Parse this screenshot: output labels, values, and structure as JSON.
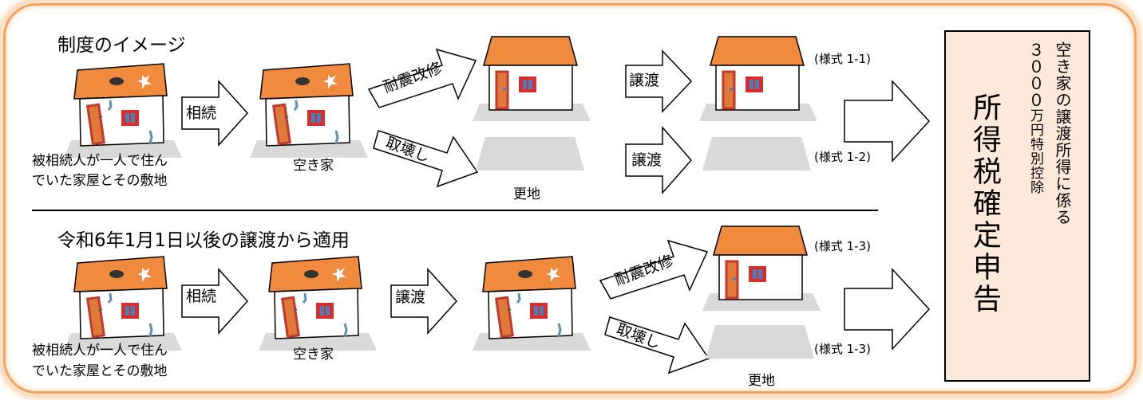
{
  "top": {
    "heading": "制度のイメージ",
    "house_caption_1": "被相続人が一人で住ん",
    "house_caption_2": "でいた家屋とその敷地",
    "empty_house": "空き家",
    "inherit": "相続",
    "renovate": "耐震改修",
    "demolish": "取壊し",
    "transfer_a": "譲渡",
    "transfer_b": "譲渡",
    "vacant_land": "更地",
    "form_a": "(様式 1-1)",
    "form_b": "(様式 1-2)"
  },
  "bottom": {
    "heading": "令和6年1月1日以後の譲渡から適用",
    "house_caption_1": "被相続人が一人で住ん",
    "house_caption_2": "でいた家屋とその敷地",
    "empty_house": "空き家",
    "inherit": "相続",
    "transfer": "譲渡",
    "renovate": "耐震改修",
    "demolish": "取壊し",
    "vacant_land": "更地",
    "form_a": "(様式 1-3)",
    "form_b": "(様式 1-3)"
  },
  "result": {
    "line1": "空き家の譲渡所得に係る",
    "line2_num": "３０００",
    "line2_rest": "万円特別控除",
    "main": "所得税確定申告"
  },
  "colors": {
    "frame": "#f4a261",
    "roof": "#f08a3c",
    "wall": "#ffffff",
    "door": "#c0392b",
    "window": "#d92d2d",
    "ground": "#d9d9d9",
    "result_box": "#fde9d9"
  }
}
